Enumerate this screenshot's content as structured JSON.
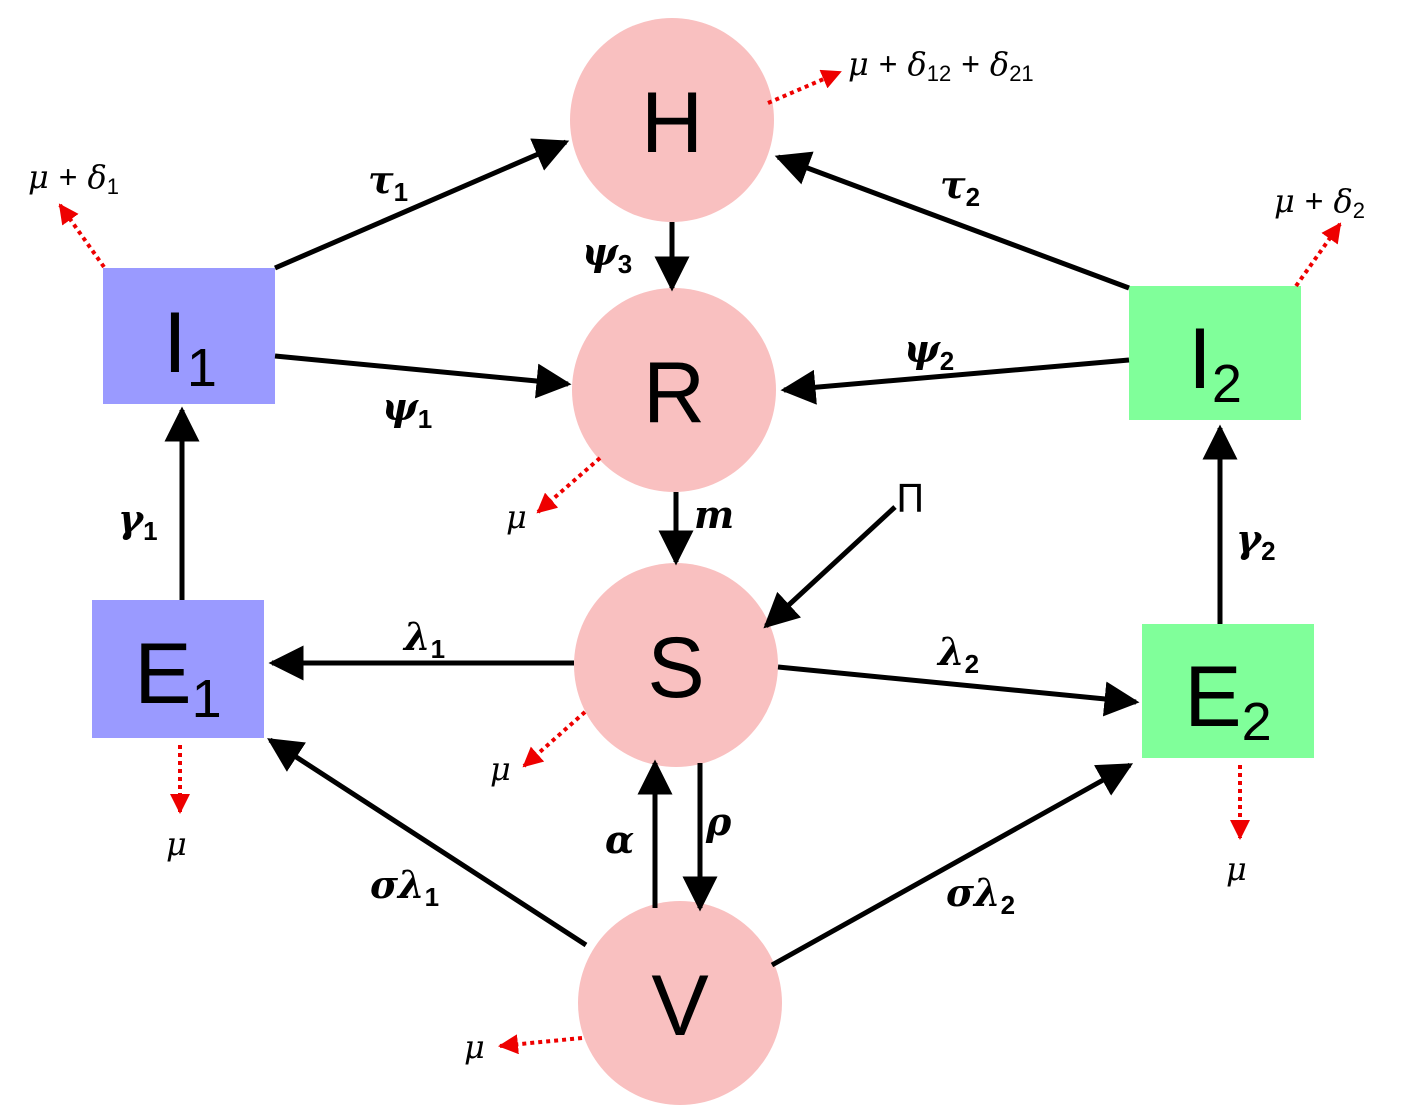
{
  "colors": {
    "circle_fill": "#f9c0c0",
    "strain1_fill": "#9a9aff",
    "strain2_fill": "#80ff9a",
    "flow_arrow": "#000000",
    "death_arrow": "#ee0000"
  },
  "nodes": {
    "H": {
      "label": "H",
      "sub": ""
    },
    "R": {
      "label": "R",
      "sub": ""
    },
    "S": {
      "label": "S",
      "sub": ""
    },
    "V": {
      "label": "V",
      "sub": ""
    },
    "I1": {
      "label": "I",
      "sub": "1"
    },
    "E1": {
      "label": "E",
      "sub": "1"
    },
    "I2": {
      "label": "I",
      "sub": "2"
    },
    "E2": {
      "label": "E",
      "sub": "2"
    }
  },
  "rates": {
    "tau1": {
      "sym": "τ",
      "sub": "1"
    },
    "tau2": {
      "sym": "τ",
      "sub": "2"
    },
    "psi1": {
      "sym": "ψ",
      "sub": "1"
    },
    "psi2": {
      "sym": "ψ",
      "sub": "2"
    },
    "psi3": {
      "sym": "ψ",
      "sub": "3"
    },
    "gamma1": {
      "sym": "γ",
      "sub": "1"
    },
    "gamma2": {
      "sym": "γ",
      "sub": "2"
    },
    "lambda1": {
      "sym": "λ",
      "sub": "1"
    },
    "lambda2": {
      "sym": "λ",
      "sub": "2"
    },
    "sigma_lambda1": {
      "sym": "σλ",
      "sub": "1"
    },
    "sigma_lambda2": {
      "sym": "σλ",
      "sub": "2"
    },
    "m": {
      "sym": "m",
      "sub": ""
    },
    "alpha": {
      "sym": "α",
      "sub": ""
    },
    "rho": {
      "sym": "ρ",
      "sub": ""
    },
    "pi": {
      "sym": "Π",
      "sub": ""
    }
  },
  "outflows": {
    "H": {
      "mu": "μ",
      "plus": "+",
      "d1": "δ",
      "d1sub": "12",
      "plus2": "+",
      "d2": "δ",
      "d2sub": "21"
    },
    "I1": {
      "mu": "μ",
      "plus": "+",
      "d": "δ",
      "dsub": "1"
    },
    "I2": {
      "mu": "μ",
      "plus": "+",
      "d": "δ",
      "dsub": "2"
    },
    "R": {
      "mu": "μ"
    },
    "S": {
      "mu": "μ"
    },
    "V": {
      "mu": "μ"
    },
    "E1": {
      "mu": "μ"
    },
    "E2": {
      "mu": "μ"
    }
  }
}
